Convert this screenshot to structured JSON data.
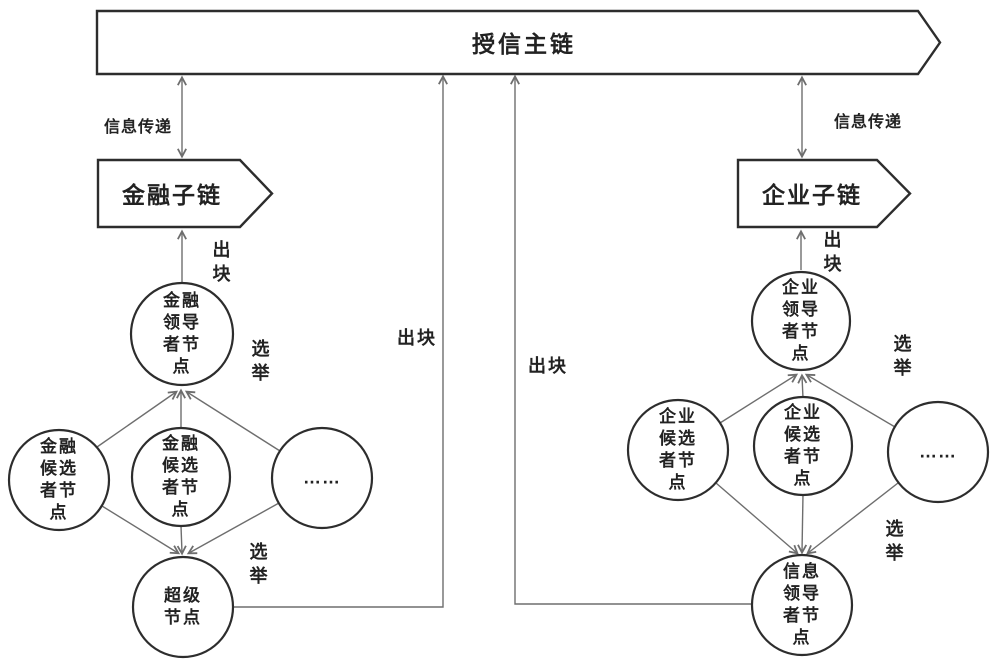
{
  "main_chain_label": "授信主链",
  "finance": {
    "info_transfer_label": "信息传递",
    "subchain_label": "金融子链",
    "block_label": "出\n块",
    "leader_node_label": "金融\n领导\n者节\n点",
    "election_upper_label": "选\n举",
    "candidate_node_1_label": "金融\n候选\n者节\n点",
    "candidate_node_2_label": "金融\n候选\n者节\n点",
    "ellipsis_node_label": "……",
    "election_lower_label": "选\n举",
    "super_node_label": "超级\n节点",
    "block_to_main_label": "出块"
  },
  "enterprise": {
    "info_transfer_label": "信息传递",
    "subchain_label": "企业子链",
    "block_label": "出\n块",
    "leader_node_label": "企业\n领导\n者节\n点",
    "election_upper_label": "选\n举",
    "candidate_node_1_label": "企业\n候选\n者节\n点",
    "candidate_node_2_label": "企业\n候选\n者节\n点",
    "ellipsis_node_label": "……",
    "election_lower_label": "选\n举",
    "info_leader_node_label": "信息\n领导\n者节\n点",
    "block_to_main_label": "出块"
  },
  "colors": {
    "shape_stroke": "#2d2d2d",
    "connector": "#6e6e6e",
    "text": "#222222",
    "background": "#ffffff"
  }
}
